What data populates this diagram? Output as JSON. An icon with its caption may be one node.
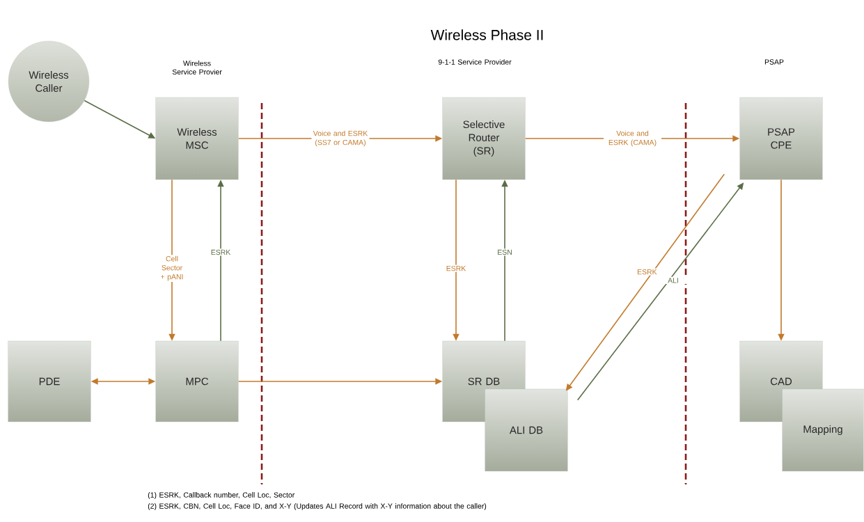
{
  "diagram": {
    "title": "Wireless Phase II",
    "nodes": [
      {
        "text": [
          "Wireless Caller"
        ]
      },
      {
        "text": [
          "Wireless MSC"
        ]
      },
      {
        "text": [
          "Selective Router (SR)"
        ]
      },
      {
        "text": [
          "PSAP CPE"
        ]
      },
      {
        "text": [
          "PDE"
        ]
      },
      {
        "text": [
          "MPC"
        ]
      },
      {
        "text": [
          "SR DB"
        ]
      },
      {
        "text": [
          "ALI DB"
        ]
      },
      {
        "text": [
          "CAD"
        ]
      },
      {
        "text": [
          "Mapping"
        ]
      }
    ],
    "edges": [
      {
        "from": 0,
        "to": 1,
        "arrow": "to",
        "color": "#5b6e47"
      },
      {
        "from": 1,
        "to": 2,
        "arrow": "to",
        "label": "Voice and ESRK (SS7 or CAMA)"
      },
      {
        "from": 2,
        "to": 3,
        "arrow": "to",
        "label": "Voice and ESRK (CAMA)"
      },
      {
        "from": 1,
        "to": 5,
        "arrow": "to",
        "label": "Cell Sector + pANI"
      },
      {
        "from": 5,
        "to": 1,
        "arrow": "to",
        "label": "ESRK",
        "color": "#5b6e47"
      },
      {
        "from": 2,
        "to": 6,
        "arrow": "to",
        "label": "ESRK"
      },
      {
        "from": 6,
        "to": 2,
        "arrow": "to",
        "label": "ESN",
        "color": "#5b6e47"
      },
      {
        "from": 3,
        "to": 7,
        "arrow": "to",
        "label": "ESRK"
      },
      {
        "from": 7,
        "to": 3,
        "arrow": "to",
        "label": "ALI",
        "color": "#5b6e47"
      },
      {
        "from": 4,
        "to": 5,
        "arrow": "both"
      },
      {
        "from": 5,
        "to": 6,
        "arrow": "to"
      },
      {
        "from": 3,
        "to": 8,
        "arrow": "to"
      }
    ],
    "labels": [
      "Wireless Service Provier",
      "9-1-1 Service Provider",
      "PSAP",
      "(1) ESRK, Callback number, Cell Loc, Sector",
      "(2) ESRK, CBN, Cell Loc, Face ID, and X-Y (Updates ALI Record with X-Y information about the caller)"
    ]
  }
}
